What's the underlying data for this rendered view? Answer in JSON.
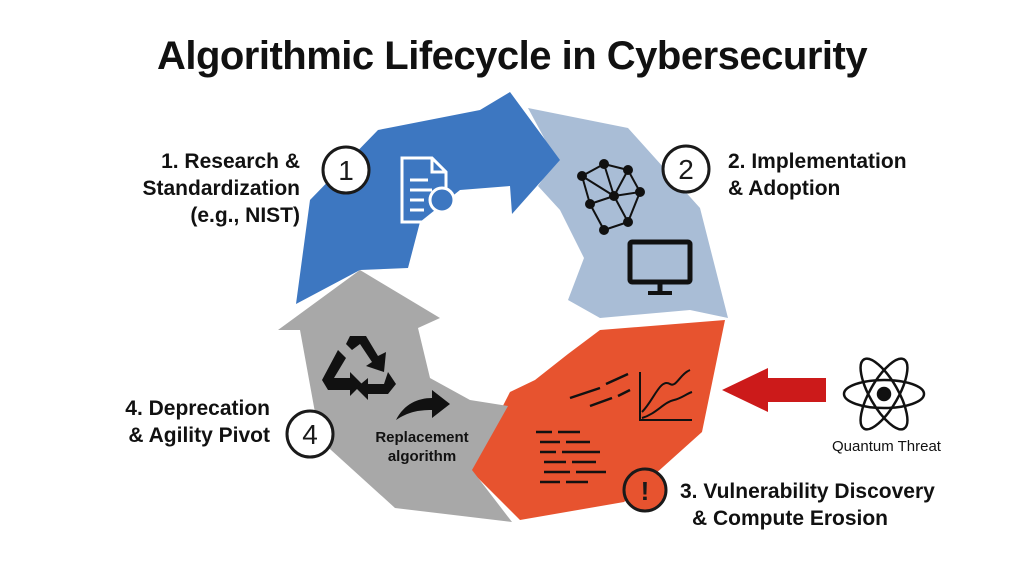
{
  "title": "Algorithmic Lifecycle in Cybersecurity",
  "stages": [
    {
      "number": "1",
      "line1": "1. Research &",
      "line2": "Standardization",
      "line3": "(e.g., NIST)",
      "color": "#3d77c1",
      "icon": "document-search-icon"
    },
    {
      "number": "2",
      "line1": "2. Implementation",
      "line2": "& Adoption",
      "color": "#a9bdd6",
      "icons": [
        "network-graph-icon",
        "monitor-icon"
      ]
    },
    {
      "number": "3",
      "line1": "3. Vulnerability Discovery",
      "line2": "& Compute Erosion",
      "color": "#e7532f",
      "badge": "!",
      "icons": [
        "broken-code-icon",
        "chart-icon"
      ]
    },
    {
      "number": "4",
      "line1": "4. Deprecation",
      "line2": "& Agility Pivot",
      "color": "#a8a8a8",
      "icons": [
        "recycle-icon",
        "pivot-arrow-icon"
      ]
    }
  ],
  "replacement": {
    "line1": "Replacement",
    "line2": "algorithm"
  },
  "threat": {
    "label": "Quantum Threat",
    "arrow_color": "#cc1a1a",
    "icon": "atom-icon"
  }
}
